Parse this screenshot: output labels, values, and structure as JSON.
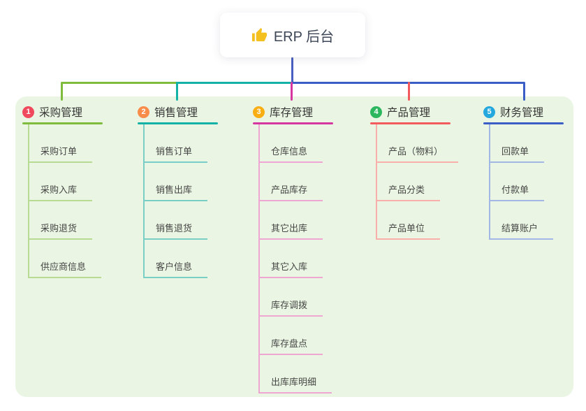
{
  "canvas": {
    "background": "#ffffff",
    "panel_bg": "#eaf6e3"
  },
  "root": {
    "title": "ERP 后台",
    "icon": "thumbs-up-icon",
    "icon_color": "#f4c01f",
    "text_color": "#3d4757",
    "connector_color": "#4a5fc1"
  },
  "branches": [
    {
      "number": "1",
      "title": "采购管理",
      "badge_color": "#f0485c",
      "line_color": "#7fbc3d",
      "child_line_color": "#b7db93",
      "children": [
        "采购订单",
        "采购入库",
        "采购退货",
        "供应商信息"
      ]
    },
    {
      "number": "2",
      "title": "销售管理",
      "badge_color": "#fa8c4a",
      "line_color": "#14b2a6",
      "child_line_color": "#79cec6",
      "children": [
        "销售订单",
        "销售出库",
        "销售退货",
        "客户信息"
      ]
    },
    {
      "number": "3",
      "title": "库存管理",
      "badge_color": "#f9ae13",
      "line_color": "#d6369f",
      "child_line_color": "#eea6d2",
      "children": [
        "仓库信息",
        "产品库存",
        "其它出库",
        "其它入库",
        "库存调拨",
        "库存盘点",
        "出库库明细"
      ]
    },
    {
      "number": "4",
      "title": "产品管理",
      "badge_color": "#2cb75e",
      "line_color": "#f25a5d",
      "child_line_color": "#f8afa9",
      "children": [
        "产品（物料）",
        "产品分类",
        "产品单位"
      ]
    },
    {
      "number": "5",
      "title": "财务管理",
      "badge_color": "#25a8de",
      "line_color": "#3a5ec6",
      "child_line_color": "#a3b7e6",
      "children": [
        "回款单",
        "付款单",
        "结算账户"
      ]
    }
  ]
}
